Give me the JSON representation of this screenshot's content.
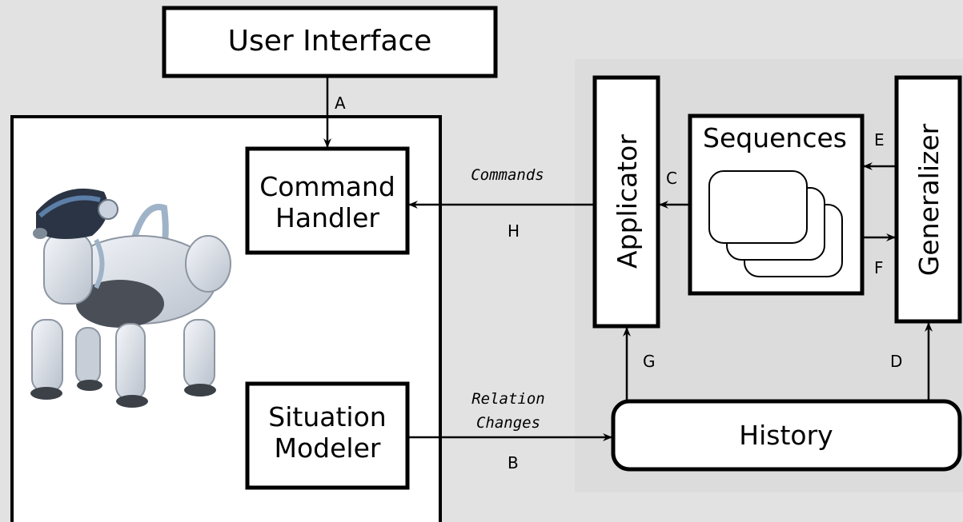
{
  "colors": {
    "background": "#e2e2e2",
    "panel": "#dcdcdc",
    "box_fill": "#ffffff",
    "stroke": "#000000"
  },
  "blocks": {
    "user_interface": "User Interface",
    "command_handler_line1": "Command",
    "command_handler_line2": "Handler",
    "situation_modeler_line1": "Situation",
    "situation_modeler_line2": "Modeler",
    "applicator": "Applicator",
    "sequences": "Sequences",
    "generalizer": "Generalizer",
    "history": "History"
  },
  "connections": {
    "commands": "Commands",
    "relation_changes_line1": "Relation",
    "relation_changes_line2": "Changes"
  },
  "edge_letters": {
    "a": "A",
    "b": "B",
    "c": "C",
    "d": "D",
    "e": "E",
    "f": "F",
    "g": "G",
    "h": "H"
  },
  "robot_image": "robot-dog-icon"
}
